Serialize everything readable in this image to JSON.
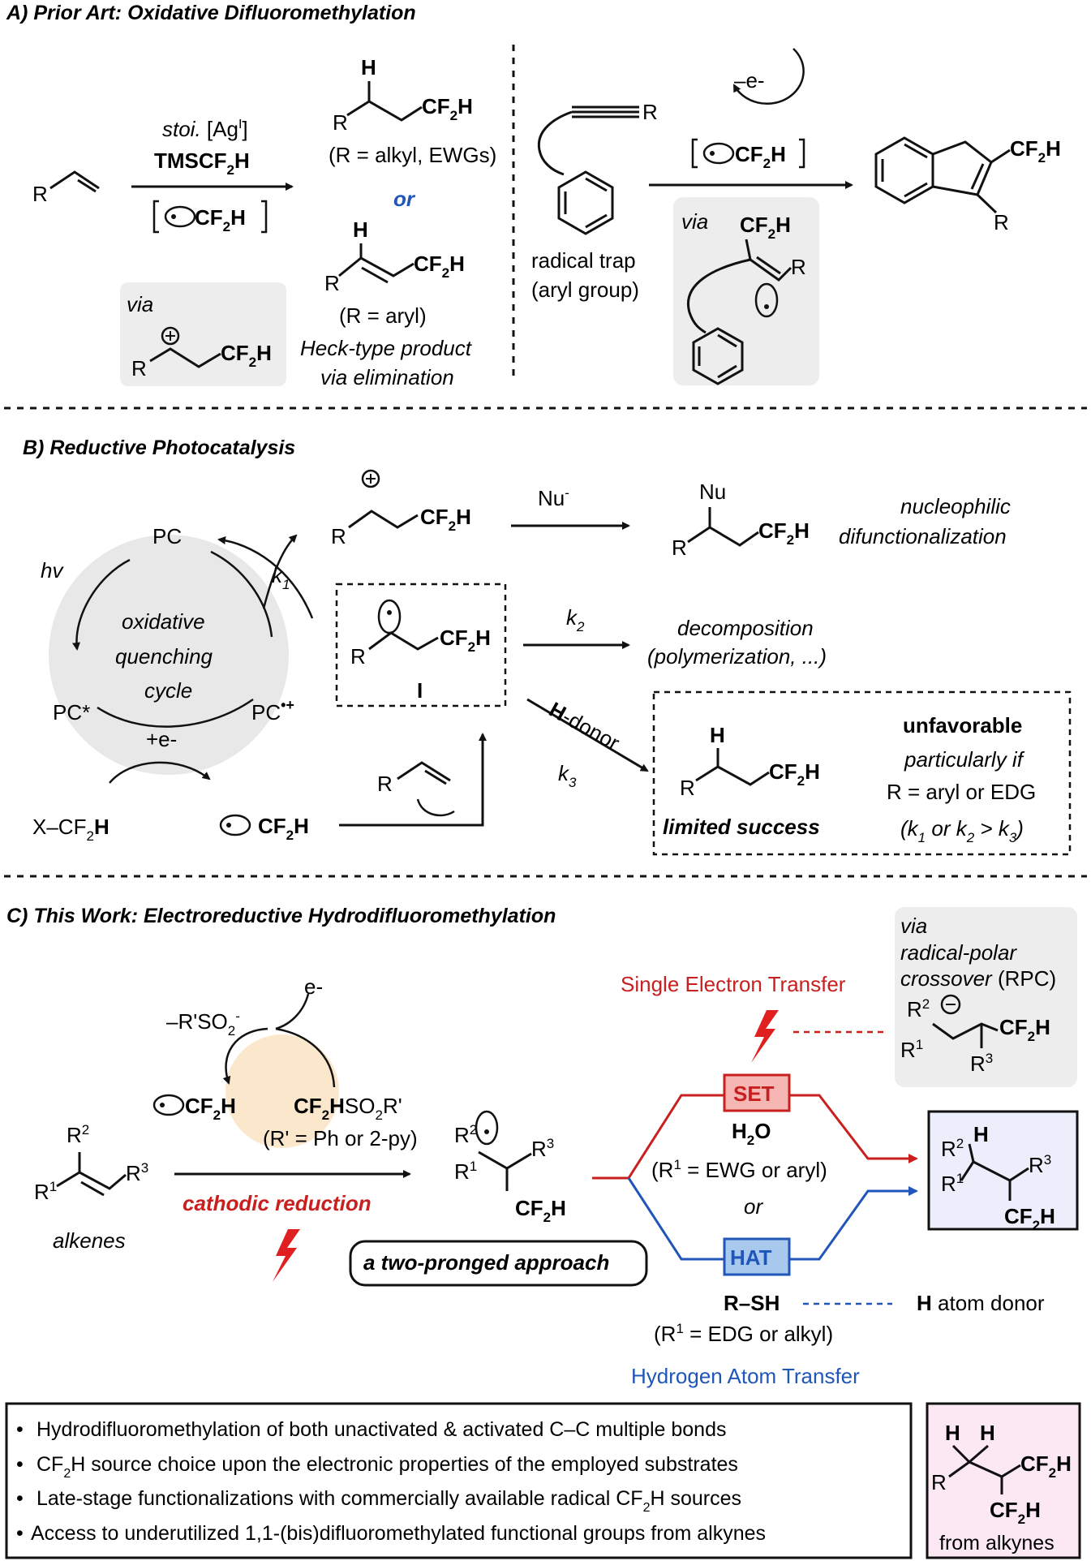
{
  "sectionA": {
    "title": "A) Prior Art: Oxidative Difluoromethylation",
    "reagent_stoi": "stoi.",
    "reagent_ag": "[Ag",
    "reagent_ag_sup": "I",
    "reagent_ag_close": "]",
    "reagent_tms": "TMSCF",
    "radical_label": "CF",
    "product1_note": "(R = alkyl, EWGs)",
    "or_label": "or",
    "product2_note": "(R = aryl)",
    "heck_line1": "Heck-type product",
    "heck_line2": "via elimination",
    "via_label": "via",
    "radical_trap_line1": "radical trap",
    "radical_trap_line2": "(aryl group)",
    "minus_e": "–e-",
    "R": "R",
    "H": "H"
  },
  "sectionB": {
    "title": "B) Reductive Photocatalysis",
    "hv": "hv",
    "PC": "PC",
    "PC_star": "PC*",
    "PC_radcat": "PC",
    "cycle_line1": "oxidative",
    "cycle_line2": "quenching",
    "cycle_line3": "cycle",
    "k1": "k",
    "k2": "k",
    "k3": "k",
    "Nu": "Nu",
    "nucleophilic_line1": "nucleophilic",
    "nucleophilic_line2": "difunctionalization",
    "decomp_line1": "decomposition",
    "decomp_line2": "(polymerization, ...)",
    "intermediate_label": "I",
    "h_donor": "-donor",
    "h_bold": "H",
    "limited_success": "limited success",
    "unfavorable": "unfavorable",
    "particularly_if": "particularly if",
    "r_aryl_edg": "R = aryl or EDG",
    "k_condition": "(k1 or k2 > k3)",
    "plus_e": "+e-",
    "x_cf2h": "X–CF",
    "cf2h_radical": "CF"
  },
  "sectionC": {
    "title": "C) This Work: Electroreductive Hydrodifluoromethylation",
    "e_minus": "e-",
    "minus_so2": "–R'SO",
    "reagent": "CF",
    "reagent_tail": "SO",
    "reagent_r": "R'",
    "reagent_note": "(R' = Ph or 2-py)",
    "cathodic_reduction": "cathodic reduction",
    "alkenes": "alkenes",
    "two_pronged": "a two-pronged approach",
    "set_title": "Single Electron Transfer",
    "set_label": "SET",
    "h2o": "H",
    "r1_ewg": "(R",
    "r1_ewg_tail": " = EWG or aryl)",
    "or_label": "or",
    "hat_label": "HAT",
    "r_sh": "R–SH",
    "h_atom_donor": "atom donor",
    "r1_edg_tail": " = EDG or alkyl)",
    "hat_title": "Hydrogen Atom Transfer",
    "via_line1": "via",
    "via_line2": "radical-polar",
    "via_line3": "crossover",
    "via_rpc": "(RPC)",
    "colors": {
      "set_red": "#c8201f",
      "hat_blue": "#1f56b8",
      "set_fill": "#f6b7b4",
      "hat_fill": "#a8c8ee"
    }
  },
  "summary": {
    "bullets": [
      "Hydrodifluoromethylation of both unactivated & activated C–C multiple bonds",
      "source choice upon the electronic properties of the employed substrates",
      "Late-stage functionalizations with commercially available radical CF",
      "Access to underutilized 1,1-(bis)difluoromethylated functional groups from alkynes"
    ],
    "bullet2_prefix": "CF",
    "bullet3_suffix": " sources",
    "from_alkynes": "from alkynes"
  }
}
